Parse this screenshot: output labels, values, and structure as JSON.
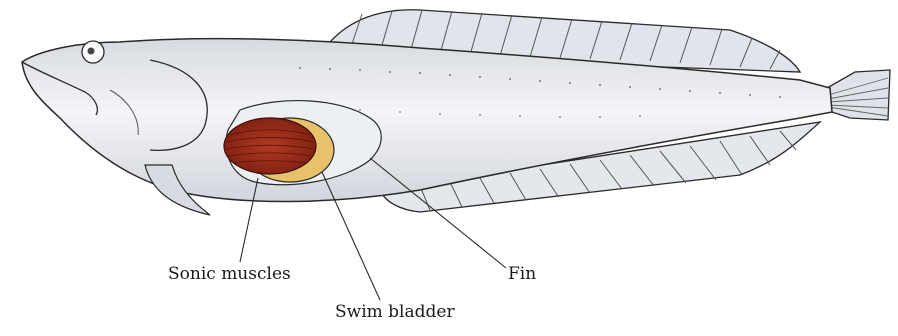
{
  "labels": {
    "sonic_muscles": "Sonic muscles",
    "swim_bladder": "Swim bladder",
    "fin": "Fin"
  },
  "colors": {
    "body_fill": "#eef0f4",
    "body_shadow": "#c9ccd3",
    "outline": "#2a2a2a",
    "muscle": "#9a2a18",
    "bladder": "#e7c26a"
  }
}
